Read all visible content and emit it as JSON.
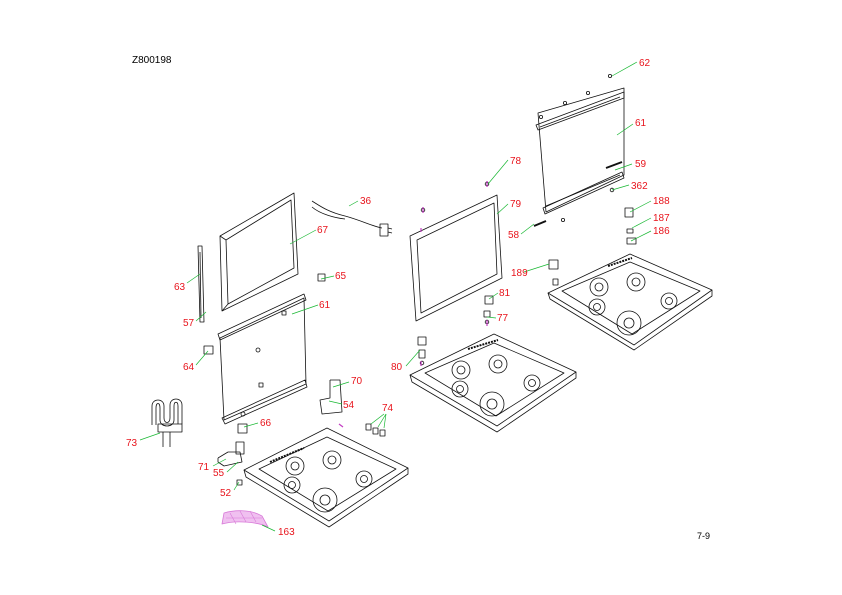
{
  "document": {
    "code": "Z800198",
    "page": "7-9"
  },
  "colors": {
    "callout_text": "#e8141c",
    "leader_line": "#19b833",
    "part_line": "#111111",
    "screw_marker": "#c23cc2",
    "cloth_pattern": "#d87ad8"
  },
  "callouts": [
    "62",
    "61",
    "59",
    "362",
    "188",
    "187",
    "186",
    "189",
    "78",
    "79",
    "58",
    "81",
    "77",
    "80",
    "36",
    "67",
    "65",
    "63",
    "57",
    "61",
    "64",
    "70",
    "54",
    "74",
    "73",
    "66",
    "71",
    "55",
    "52",
    "163"
  ]
}
